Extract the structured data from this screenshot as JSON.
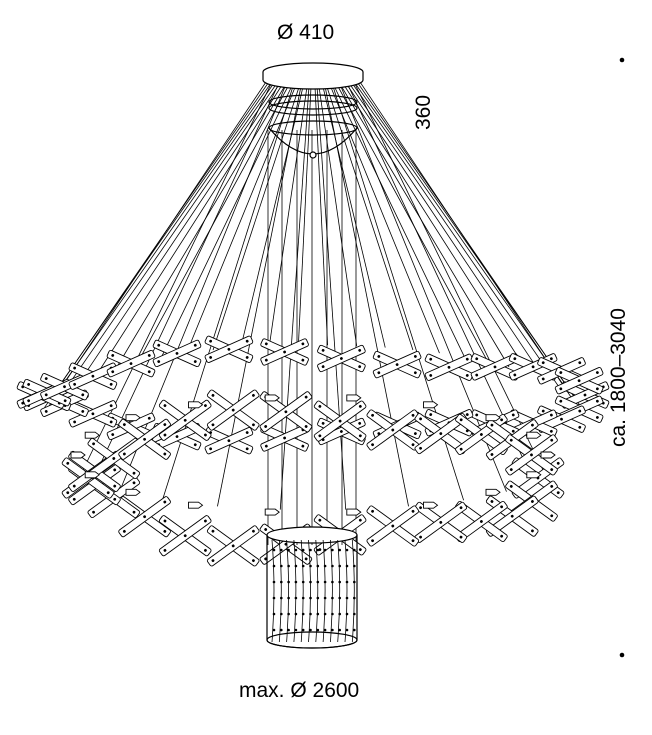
{
  "labels": {
    "top_diameter": "Ø 410",
    "canopy_height": "360",
    "total_height": "ca. 1800–3040",
    "max_diameter": "max. Ø 2600"
  },
  "colors": {
    "line": "#000000",
    "fill": "#ffffff"
  }
}
